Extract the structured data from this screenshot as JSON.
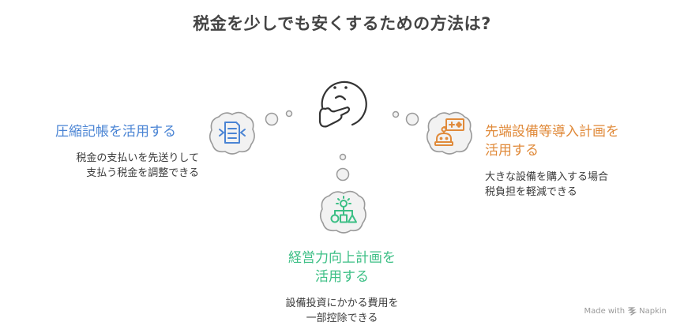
{
  "title": "税金を少しでも安くするための方法は?",
  "center": {
    "icon": "thinking-face-icon"
  },
  "ideas": [
    {
      "position": "left",
      "heading": "圧縮記帳を活用する",
      "description_lines": [
        "税金の支払いを先送りして",
        "支払う税金を調整できる"
      ],
      "icon": "compress-document-icon",
      "color": "#4a84d4"
    },
    {
      "position": "right",
      "heading_lines": [
        "先端設備等導入計画を",
        "活用する"
      ],
      "description_lines": [
        "大きな設備を購入する場合",
        "税負担を軽減できる"
      ],
      "icon": "robot-game-controller-icon",
      "color": "#e08a3a"
    },
    {
      "position": "bottom",
      "heading_lines": [
        "経営力向上計画を",
        "活用する"
      ],
      "description_lines": [
        "設備投資にかかる費用を",
        "一部控除できる"
      ],
      "icon": "lightbulb-hierarchy-icon",
      "color": "#3cbf85"
    }
  ],
  "footer": {
    "made_with": "Made with",
    "brand": "Napkin",
    "icon": "napkin-logo-icon"
  },
  "colors": {
    "cloud_fill": "#f2f2f2",
    "cloud_stroke": "#9a9a9a",
    "face_stroke": "#333333",
    "title": "#444444"
  }
}
